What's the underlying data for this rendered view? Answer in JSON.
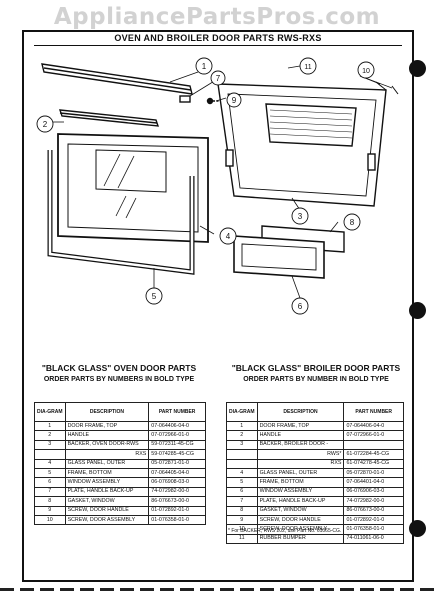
{
  "watermark": "AppliancePartsPros.com",
  "header": {
    "title": "OVEN AND BROILER DOOR PARTS RWS-RXS"
  },
  "callouts": [
    "1",
    "2",
    "3",
    "4",
    "5",
    "6",
    "7",
    "8",
    "9",
    "10",
    "11"
  ],
  "oven_table": {
    "title": "\"BLACK GLASS\" OVEN DOOR PARTS",
    "subtitle": "ORDER PARTS BY NUMBERS IN BOLD TYPE",
    "columns": [
      "DIA-GRAM",
      "DESCRIPTION",
      "PART NUMBER"
    ],
    "rows": [
      {
        "dia": "1",
        "desc": "DOOR FRAME, TOP",
        "part": "07-064406-04-0"
      },
      {
        "dia": "2",
        "desc": "HANDLE",
        "part": "07-072966-01-0"
      },
      {
        "dia": "3",
        "desc": "BACKER, OVEN DOOR-RWS",
        "part": "59-072311-45-CG"
      },
      {
        "dia": "",
        "desc": "RXS",
        "part": "59-074285-45-CG"
      },
      {
        "dia": "4",
        "desc": "GLASS PANEL, OUTER",
        "part": "05-072871-01-0"
      },
      {
        "dia": "5",
        "desc": "FRAME, BOTTOM",
        "part": "07-064405-04-0"
      },
      {
        "dia": "6",
        "desc": "WINDOW ASSEMBLY",
        "part": "06-076908-03-0"
      },
      {
        "dia": "7",
        "desc": "PLATE, HANDLE BACK-UP",
        "part": "74-072982-00-0"
      },
      {
        "dia": "8",
        "desc": "GASKET, WINDOW",
        "part": "86-076673-00-0"
      },
      {
        "dia": "9",
        "desc": "SCREW, DOOR HANDLE",
        "part": "01-072892-01-0"
      },
      {
        "dia": "10",
        "desc": "SCREW, DOOR ASSEMBLY",
        "part": "01-076358-01-0"
      }
    ]
  },
  "broiler_table": {
    "title": "\"BLACK GLASS\" BROILER DOOR PARTS",
    "subtitle": "ORDER PARTS BY NUMBER IN BOLD TYPE",
    "columns": [
      "DIA-GRAM",
      "DESCRIPTION",
      "PART NUMBER"
    ],
    "rows": [
      {
        "dia": "1",
        "desc": "DOOR FRAME, TOP",
        "part": "07-064406-04-0"
      },
      {
        "dia": "2",
        "desc": "HANDLE",
        "part": "07-072966-01-0"
      },
      {
        "dia": "3",
        "desc": "BACKER, BROILER DOOR -",
        "part": ""
      },
      {
        "dia": "",
        "desc": "RWS*",
        "part": "61-072284-45-CG"
      },
      {
        "dia": "",
        "desc": "RXS",
        "part": "61-074278-45-CG"
      },
      {
        "dia": "4",
        "desc": "GLASS PANEL, OUTER",
        "part": "05-072870-01-0"
      },
      {
        "dia": "5",
        "desc": "FRAME, BOTTOM",
        "part": "07-064401-04-0"
      },
      {
        "dia": "6",
        "desc": "WINDOW ASSEMBLY",
        "part": "06-076906-03-0"
      },
      {
        "dia": "7",
        "desc": "PLATE, HANDLE BACK-UP",
        "part": "74-072982-00-0"
      },
      {
        "dia": "8",
        "desc": "GASKET, WINDOW",
        "part": "86-076673-00-0"
      },
      {
        "dia": "9",
        "desc": "SCREW, DOOR HANDLE",
        "part": "01-072892-01-0"
      },
      {
        "dia": "10",
        "desc": "SCREW, DOOR ASSEMBLY",
        "part": "01-076358-01-0"
      },
      {
        "dia": "11",
        "desc": "RUBBER BUMPER",
        "part": "74-011061-06-0"
      }
    ],
    "footnote": "* For BACKER, RWS 202, use Part No. 61065-CG."
  }
}
